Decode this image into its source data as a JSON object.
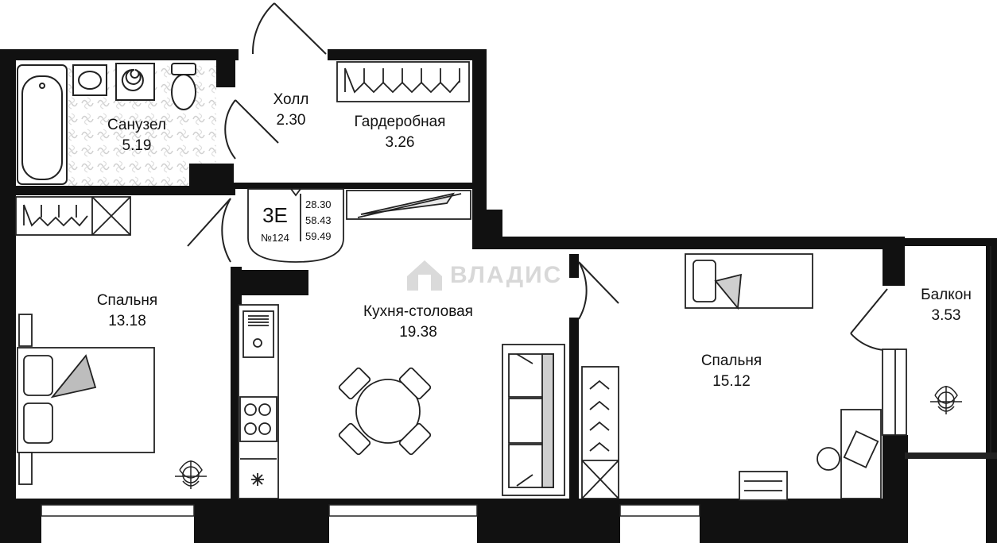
{
  "rooms": {
    "bathroom": {
      "name": "Санузел",
      "area": "5.19"
    },
    "hall": {
      "name": "Холл",
      "area": "2.30"
    },
    "wardrobe": {
      "name": "Гардеробная",
      "area": "3.26"
    },
    "bedroom_left": {
      "name": "Спальня",
      "area": "13.18"
    },
    "kitchen": {
      "name": "Кухня-столовая",
      "area": "19.38"
    },
    "bedroom_right": {
      "name": "Спальня",
      "area": "15.12"
    },
    "balcony": {
      "name": "Балкон",
      "area": "3.53"
    }
  },
  "badge": {
    "type": "3Е",
    "number": "№124",
    "area_living": "28.30",
    "area_total": "58.43",
    "area_with_balcony": "59.49"
  },
  "watermark": "ВЛАДИС",
  "colors": {
    "wall": "#111111",
    "line": "#222222",
    "fill_light": "#f2f2f2",
    "tile": "#dcdcdc",
    "watermark": "#d8d8d8"
  }
}
